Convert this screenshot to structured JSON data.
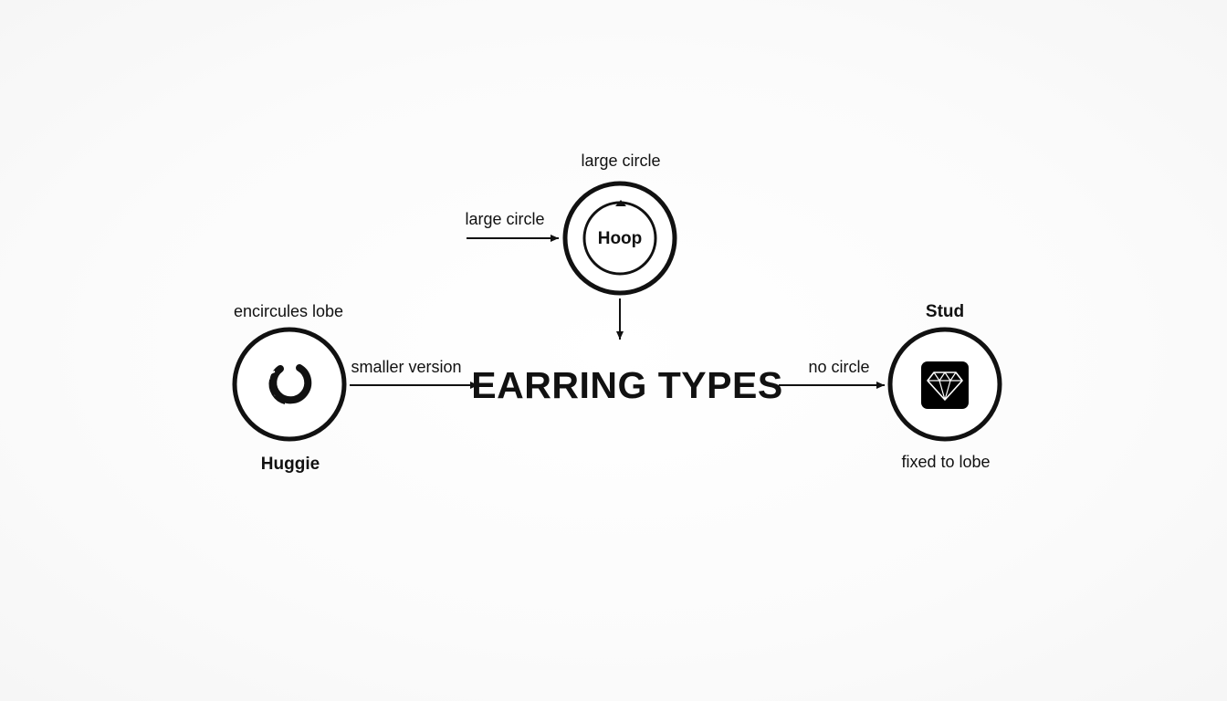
{
  "title": "EARRING TYPES",
  "nodes": {
    "hoop": {
      "name": "Hoop",
      "label_top": "large circle",
      "label_left": "large circle",
      "icon": "ring-icon"
    },
    "huggie": {
      "name": "Huggie",
      "label_top": "encircules lobe",
      "label_arrow": "smaller version",
      "icon": "huggie-ring-icon"
    },
    "stud": {
      "name": "Stud",
      "label_arrow": "no circle",
      "label_bottom": "fixed to lobe",
      "icon": "diamond-icon"
    }
  },
  "colors": {
    "ink": "#111111",
    "background": "#fafafa",
    "icon_fill": "#000000",
    "icon_line": "#ffffff"
  }
}
